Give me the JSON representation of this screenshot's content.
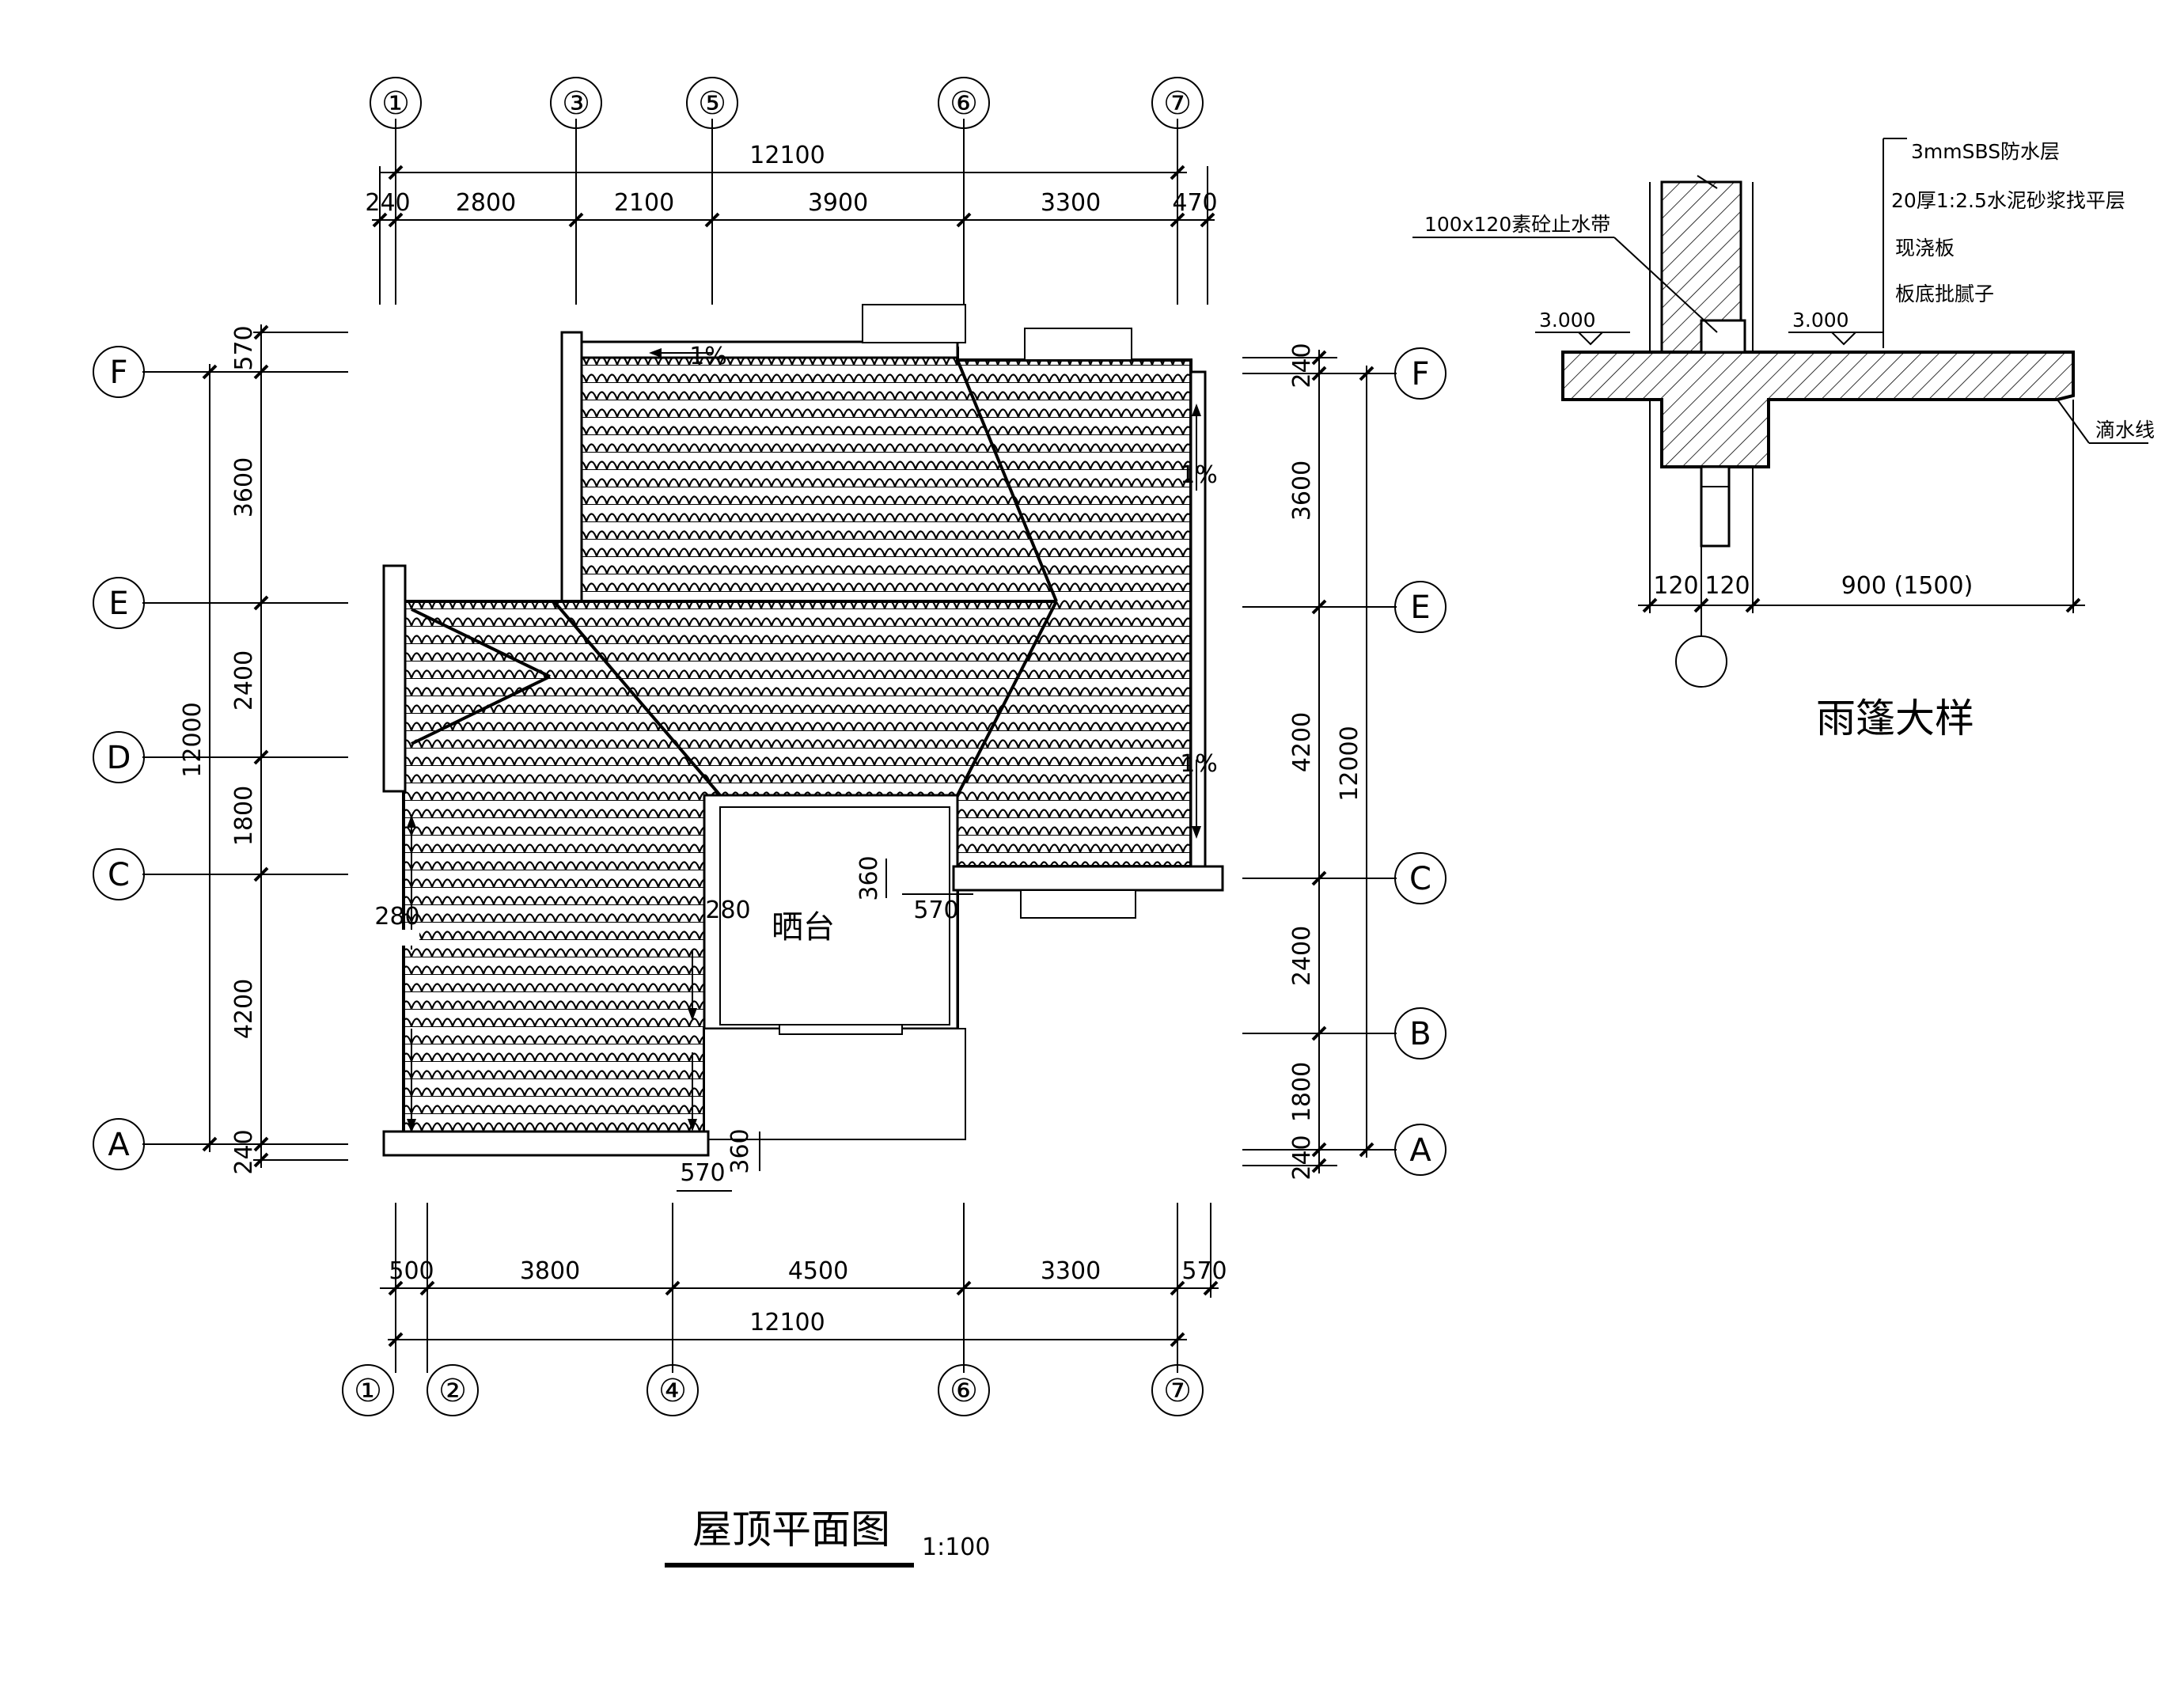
{
  "plan": {
    "title": "屋顶平面图",
    "scale": "1:100",
    "balcony_label": "晒台",
    "slope_marks": [
      "1%",
      "1%",
      "1%"
    ],
    "top_axes": [
      "①",
      "③",
      "⑤",
      "⑥",
      "⑦"
    ],
    "bottom_axes": [
      "①",
      "②",
      "④",
      "⑥",
      "⑦"
    ],
    "left_axes": [
      "F",
      "E",
      "D",
      "C",
      "A"
    ],
    "right_axes": [
      "F",
      "E",
      "C",
      "B",
      "A"
    ],
    "top_total": "12100",
    "top_dims": [
      "240",
      "2800",
      "2100",
      "3900",
      "3300",
      "470"
    ],
    "bottom_total": "12100",
    "bottom_dims": [
      "500",
      "3800",
      "4500",
      "3300",
      "570"
    ],
    "left_total": "12000",
    "left_dims": [
      "570",
      "3600",
      "2400",
      "1800",
      "4200",
      "240"
    ],
    "right_total": "12000",
    "right_dims": [
      "240",
      "3600",
      "4200",
      "2400",
      "1800",
      "240"
    ],
    "local_dims": [
      "280",
      "280",
      "360",
      "570",
      "360",
      "570"
    ]
  },
  "detail": {
    "title": "雨篷大样",
    "notes": [
      "3mmSBS防水层",
      "20厚1:2.5水泥砂浆找平层",
      "现浇板",
      "板底批腻子"
    ],
    "waterstop": "100x120素砼止水带",
    "drip": "滴水线",
    "elevations": [
      "3.000",
      "3.000"
    ],
    "dims": [
      "120",
      "120",
      "900 (1500)"
    ]
  }
}
